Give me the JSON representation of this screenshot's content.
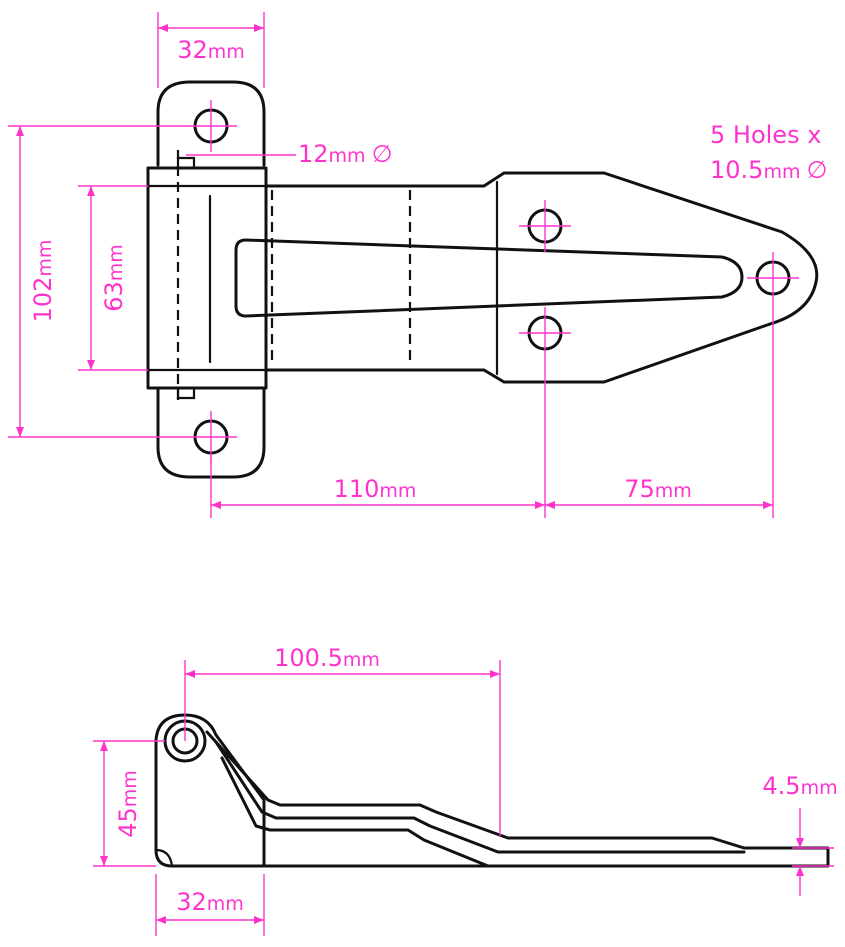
{
  "colors": {
    "part_stroke": "#111111",
    "dimension": "#ff33cc",
    "background": "#ffffff"
  },
  "top_view": {
    "width_dim": {
      "value": "32",
      "unit": "mm"
    },
    "pin_dim": {
      "value": "12",
      "unit": "mm",
      "symbol": "∅"
    },
    "holes_note_line1": "5 Holes x",
    "holes_note_line2_value": "10.5",
    "holes_note_line2_unit": "mm",
    "holes_note_symbol": "∅",
    "height_outer_dim": {
      "value": "102",
      "unit": "mm"
    },
    "height_inner_dim": {
      "value": "63",
      "unit": "mm"
    },
    "length_dim_1": {
      "value": "110",
      "unit": "mm"
    },
    "length_dim_2": {
      "value": "75",
      "unit": "mm"
    }
  },
  "side_view": {
    "length_dim": {
      "value": "100.5",
      "unit": "mm"
    },
    "height_dim": {
      "value": "45",
      "unit": "mm"
    },
    "width_dim": {
      "value": "32",
      "unit": "mm"
    },
    "thickness_dim": {
      "value": "4.5",
      "unit": "mm"
    }
  }
}
